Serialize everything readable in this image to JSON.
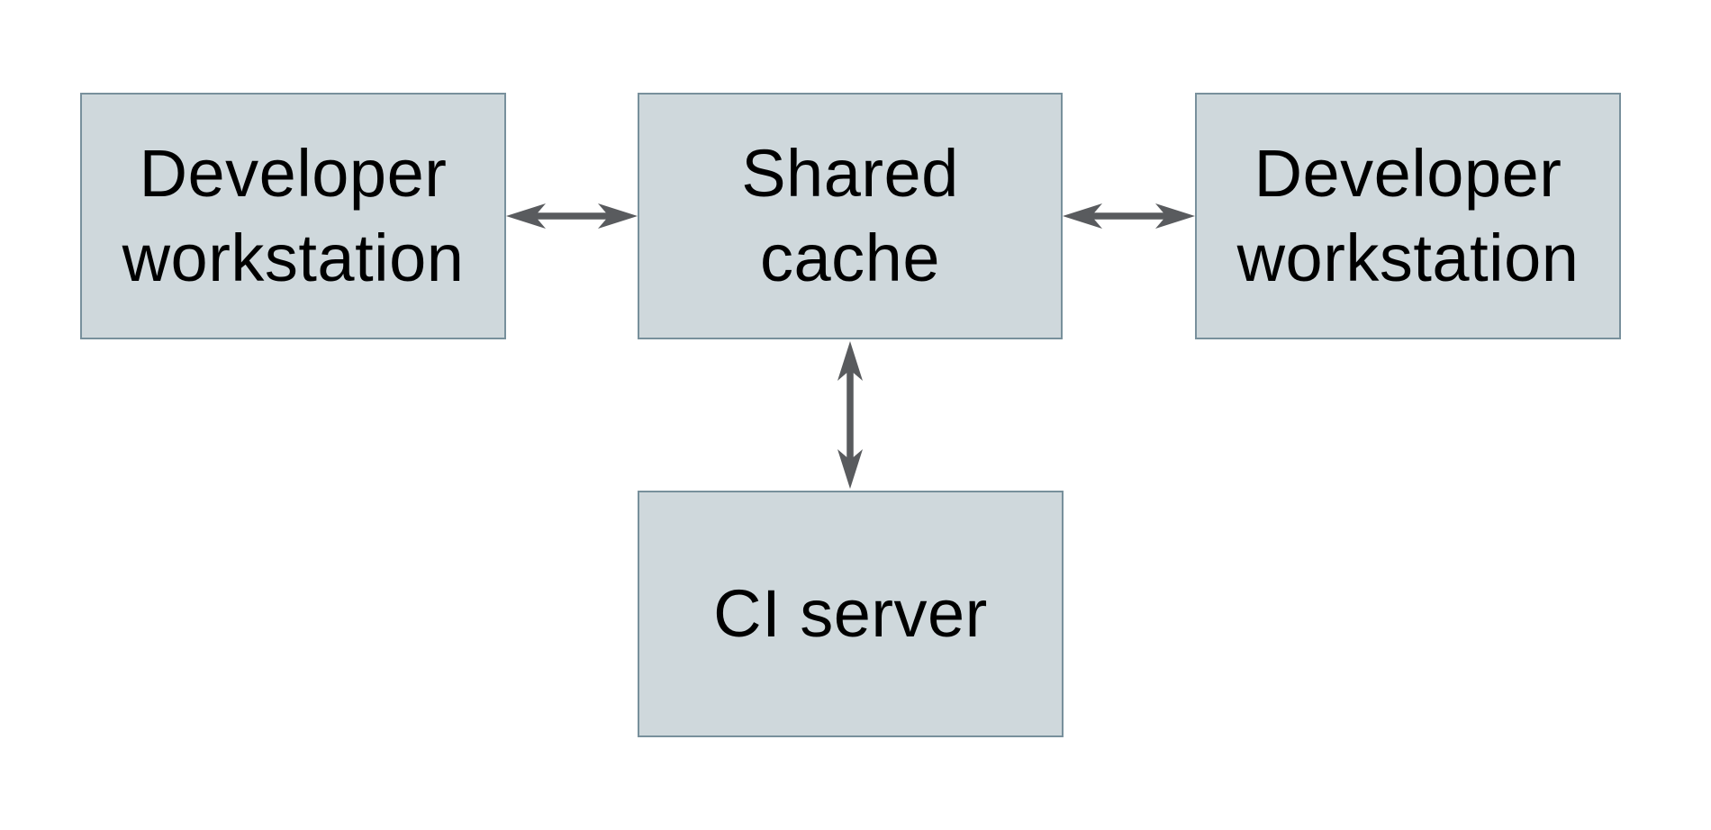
{
  "diagram": {
    "type": "architecture-diagram",
    "nodes": [
      {
        "id": "developer-workstation-left",
        "label": "Developer workstation"
      },
      {
        "id": "shared-cache",
        "label": "Shared cache"
      },
      {
        "id": "developer-workstation-right",
        "label": "Developer workstation"
      },
      {
        "id": "ci-server",
        "label": "CI server"
      }
    ],
    "edges": [
      {
        "from": "developer-workstation-left",
        "to": "shared-cache",
        "direction": "bidirectional"
      },
      {
        "from": "shared-cache",
        "to": "developer-workstation-right",
        "direction": "bidirectional"
      },
      {
        "from": "shared-cache",
        "to": "ci-server",
        "direction": "bidirectional"
      }
    ],
    "colors": {
      "background": "#ffffff",
      "node_fill": "#cfd8dc",
      "node_border": "#78909c",
      "arrow": "#595b5e",
      "text": "#000000"
    }
  }
}
